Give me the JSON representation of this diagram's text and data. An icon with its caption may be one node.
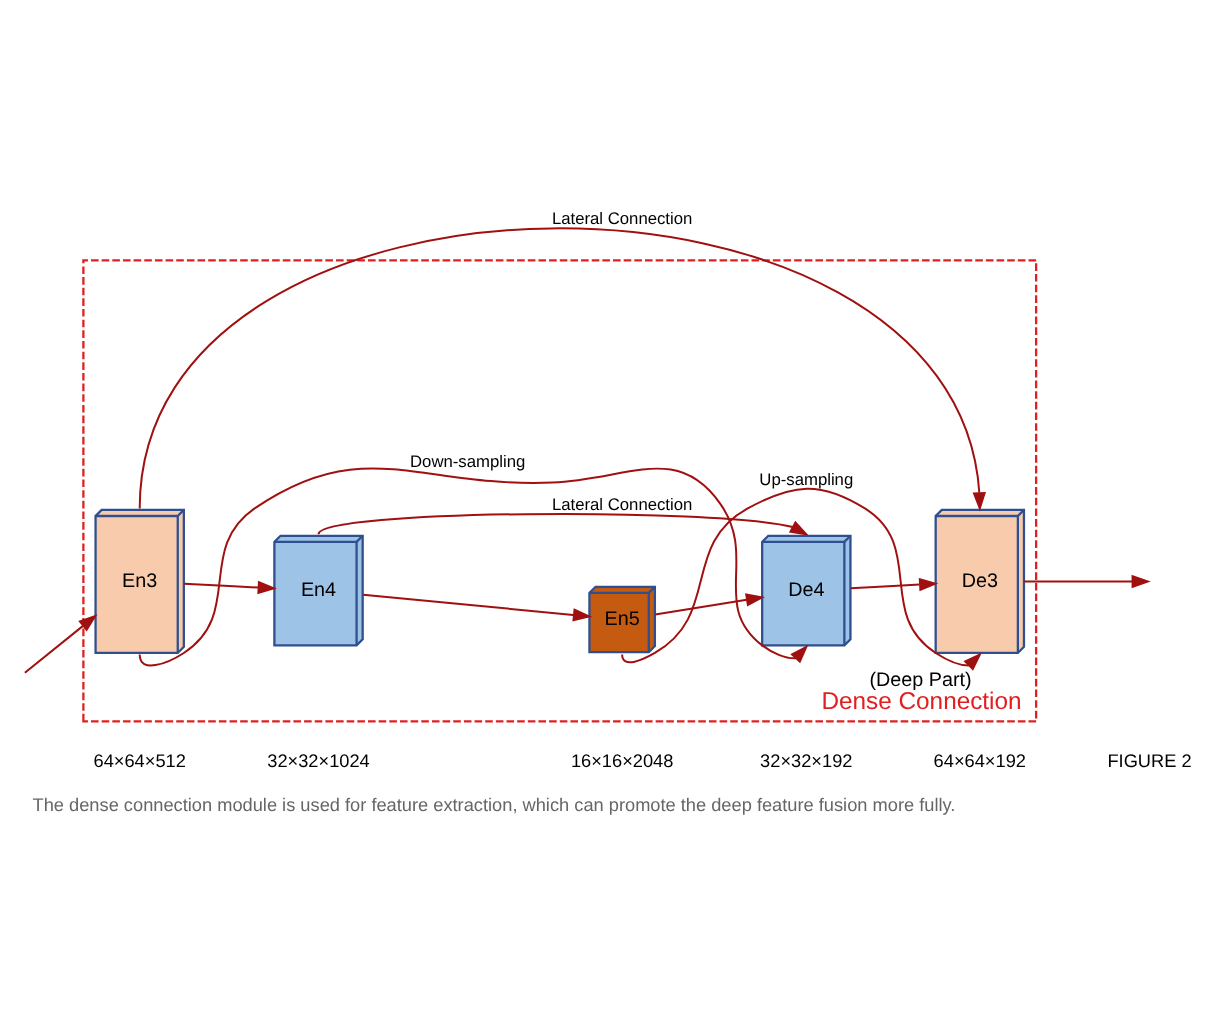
{
  "diagram": {
    "caption": "The dense connection module is used for feature extraction, which can promote the deep feature fusion more fully.",
    "nodes": [
      {
        "text": [
          "(Deep Part)",
          "Dense Connection"
        ]
      },
      {
        "text": [
          "En3"
        ],
        "in": 0
      },
      {
        "text": [
          "En4"
        ],
        "in": 0
      },
      {
        "text": [
          "En5"
        ],
        "in": 0
      },
      {
        "text": [
          "De4"
        ],
        "in": 0
      },
      {
        "text": [
          "De3"
        ],
        "in": 0
      }
    ],
    "edges": [
      {
        "from": null,
        "to": 1,
        "arrow": "to"
      },
      {
        "from": 1,
        "to": 2,
        "arrow": "to"
      },
      {
        "from": 2,
        "to": 3,
        "arrow": "to"
      },
      {
        "from": 3,
        "to": 4,
        "arrow": "to"
      },
      {
        "from": 4,
        "to": 5,
        "arrow": "to"
      },
      {
        "from": 5,
        "to": null,
        "arrow": "to"
      },
      {
        "from": 1,
        "to": 5,
        "arrow": "to",
        "label": "Lateral Connection"
      },
      {
        "from": 2,
        "to": 4,
        "arrow": "to",
        "label": "Lateral Connection"
      },
      {
        "from": 3,
        "to": 5,
        "arrow": "to",
        "label": "Up-sampling"
      },
      {
        "from": 1,
        "to": 4,
        "arrow": "to",
        "label": "Down-sampling"
      }
    ],
    "labels": [
      "64×64×512",
      "32×32×1024",
      "16×16×2048",
      "32×32×192",
      "64×64×192",
      "FIGURE 2"
    ]
  }
}
